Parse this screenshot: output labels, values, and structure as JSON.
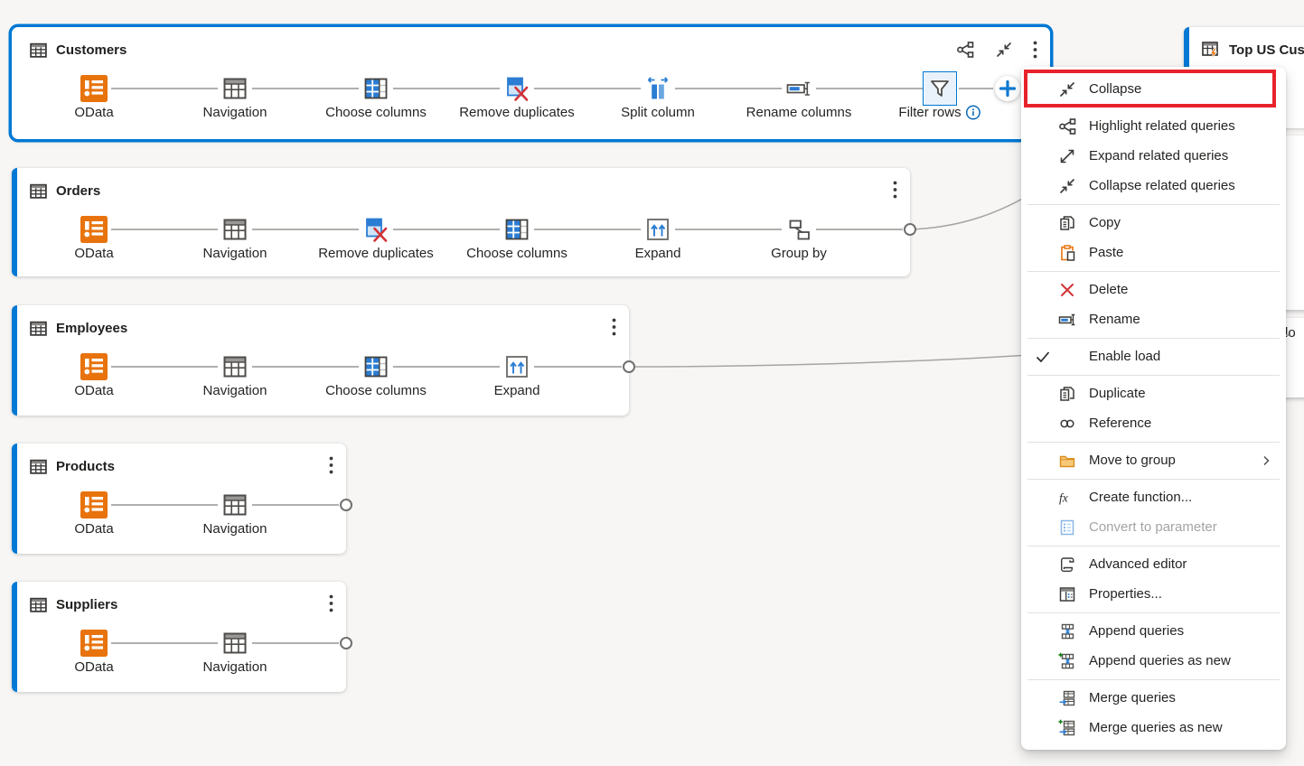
{
  "canvas": {
    "background": "#f7f6f5"
  },
  "colors": {
    "accent": "#0078D4",
    "selected_step_bg": "#E9F2FB",
    "annotation_red": "#E8222B",
    "odata_orange": "#E8730C",
    "delete_red": "#D13438",
    "folder_orange": "#F7C978",
    "disabled_text": "#A6A4A2",
    "connector_gray": "#B1AFAD"
  },
  "cards": [
    {
      "id": "customers",
      "title": "Customers",
      "selected": true,
      "header_icons": [
        {
          "name": "highlight-related-queries-icon"
        },
        {
          "name": "collapse-icon"
        },
        {
          "name": "more-options-icon"
        }
      ],
      "steps": [
        {
          "label": "OData",
          "icon": "odata-icon"
        },
        {
          "label": "Navigation",
          "icon": "navigation-icon"
        },
        {
          "label": "Choose columns",
          "icon": "choose-columns-icon"
        },
        {
          "label": "Remove duplicates",
          "icon": "remove-duplicates-icon"
        },
        {
          "label": "Split column",
          "icon": "split-column-icon"
        },
        {
          "label": "Rename columns",
          "icon": "rename-columns-icon"
        },
        {
          "label": "Filter rows",
          "icon": "filter-rows-icon",
          "selected": true,
          "has_info": true
        }
      ],
      "has_add_step_button": true
    },
    {
      "id": "orders",
      "title": "Orders",
      "header_icons": [
        {
          "name": "more-options-icon"
        }
      ],
      "steps": [
        {
          "label": "OData",
          "icon": "odata-icon"
        },
        {
          "label": "Navigation",
          "icon": "navigation-icon"
        },
        {
          "label": "Remove duplicates",
          "icon": "remove-duplicates-icon"
        },
        {
          "label": "Choose columns",
          "icon": "choose-columns-icon"
        },
        {
          "label": "Expand",
          "icon": "expand-icon"
        },
        {
          "label": "Group by",
          "icon": "group-by-icon"
        }
      ],
      "output_port": true
    },
    {
      "id": "employees",
      "title": "Employees",
      "header_icons": [
        {
          "name": "more-options-icon"
        }
      ],
      "steps": [
        {
          "label": "OData",
          "icon": "odata-icon"
        },
        {
          "label": "Navigation",
          "icon": "navigation-icon"
        },
        {
          "label": "Choose columns",
          "icon": "choose-columns-icon"
        },
        {
          "label": "Expand",
          "icon": "expand-icon"
        }
      ],
      "output_port": true
    },
    {
      "id": "products",
      "title": "Products",
      "header_icons": [
        {
          "name": "more-options-icon"
        }
      ],
      "steps": [
        {
          "label": "OData",
          "icon": "odata-icon"
        },
        {
          "label": "Navigation",
          "icon": "navigation-icon"
        }
      ],
      "output_port": true
    },
    {
      "id": "suppliers",
      "title": "Suppliers",
      "header_icons": [
        {
          "name": "more-options-icon"
        }
      ],
      "steps": [
        {
          "label": "OData",
          "icon": "odata-icon"
        },
        {
          "label": "Navigation",
          "icon": "navigation-icon"
        }
      ],
      "output_port": true
    }
  ],
  "partial_card": {
    "title": "Top US Cus",
    "icon": "query-lightning-icon"
  },
  "text_fragment": "lo",
  "context_menu": {
    "items": [
      {
        "label": "Collapse",
        "icon": "collapse-icon",
        "highlighted": true
      },
      {
        "label": "Highlight related queries",
        "icon": "highlight-related-queries-icon"
      },
      {
        "label": "Expand related queries",
        "icon": "expand-related-icon"
      },
      {
        "label": "Collapse related queries",
        "icon": "collapse-icon"
      },
      {
        "type": "separator"
      },
      {
        "label": "Copy",
        "icon": "copy-icon"
      },
      {
        "label": "Paste",
        "icon": "paste-icon"
      },
      {
        "type": "separator"
      },
      {
        "label": "Delete",
        "icon": "delete-icon"
      },
      {
        "label": "Rename",
        "icon": "rename-icon"
      },
      {
        "type": "separator"
      },
      {
        "label": "Enable load",
        "checked": true
      },
      {
        "type": "separator"
      },
      {
        "label": "Duplicate",
        "icon": "duplicate-icon"
      },
      {
        "label": "Reference",
        "icon": "reference-icon"
      },
      {
        "type": "separator"
      },
      {
        "label": "Move to group",
        "icon": "folder-icon",
        "submenu": true
      },
      {
        "type": "separator"
      },
      {
        "label": "Create function...",
        "icon": "fx-icon"
      },
      {
        "label": "Convert to parameter",
        "icon": "parameter-icon",
        "disabled": true
      },
      {
        "type": "separator"
      },
      {
        "label": "Advanced editor",
        "icon": "advanced-editor-icon"
      },
      {
        "label": "Properties...",
        "icon": "properties-icon"
      },
      {
        "type": "separator"
      },
      {
        "label": "Append queries",
        "icon": "append-icon"
      },
      {
        "label": "Append queries as new",
        "icon": "append-new-icon"
      },
      {
        "type": "separator"
      },
      {
        "label": "Merge queries",
        "icon": "merge-icon"
      },
      {
        "label": "Merge queries as new",
        "icon": "merge-new-icon"
      }
    ]
  },
  "connections": [
    {
      "from": "orders-output-port",
      "to": "top-us-customers-card"
    },
    {
      "from": "employees-output-port",
      "to": "off-screen-query-card"
    }
  ]
}
